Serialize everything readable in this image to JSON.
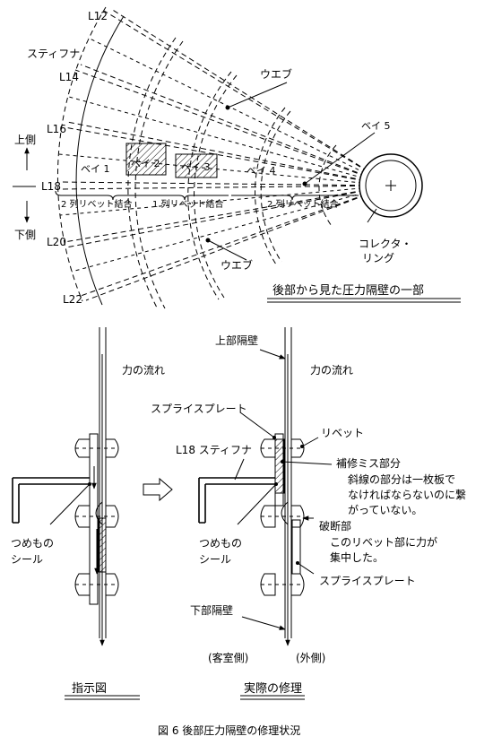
{
  "top": {
    "stiffener_label": "スティフナ",
    "lines": [
      "L12",
      "L14",
      "L16",
      "L18",
      "L20",
      "L22"
    ],
    "up_label": "上側",
    "down_label": "下側",
    "web_upper": "ウエブ",
    "web_lower": "ウエブ",
    "bays": [
      "ベイ 1",
      "ベイ 2",
      "ベイ 3",
      "ベイ 4",
      "ベイ 5"
    ],
    "joints": [
      "2 列リベット結合",
      "1 列リベット結合",
      "2 列リベット結合"
    ],
    "collector_ring": [
      "コレクタ・",
      "リング"
    ],
    "caption": "後部から見た圧力隔壁の一部"
  },
  "left": {
    "force_flow": "力の流れ",
    "filler_seal": [
      "つめもの",
      "シール"
    ],
    "caption": "指示図"
  },
  "right": {
    "upper_bulkhead": "上部隔壁",
    "force_flow": "力の流れ",
    "splice_plate_top": "スプライスプレート",
    "rivet": "リベット",
    "l18_stiffener": "L18 スティフナ",
    "repair_error": "補修ミス部分",
    "repair_note": [
      "斜線の部分は一枚板で",
      "なければならないのに繋",
      "がっていない。"
    ],
    "fracture": "破断部",
    "fracture_note": [
      "このリベット部に力が",
      "集中した。"
    ],
    "filler_seal": [
      "つめもの",
      "シール"
    ],
    "splice_plate_bottom": "スプライスプレート",
    "lower_bulkhead": "下部隔壁",
    "cabin_side": "(客室側)",
    "outer_side": "(外側)",
    "caption": "実際の修理"
  },
  "arrow_symbol": "⇨",
  "figure_caption": "図 6  後部圧力隔壁の修理状況"
}
